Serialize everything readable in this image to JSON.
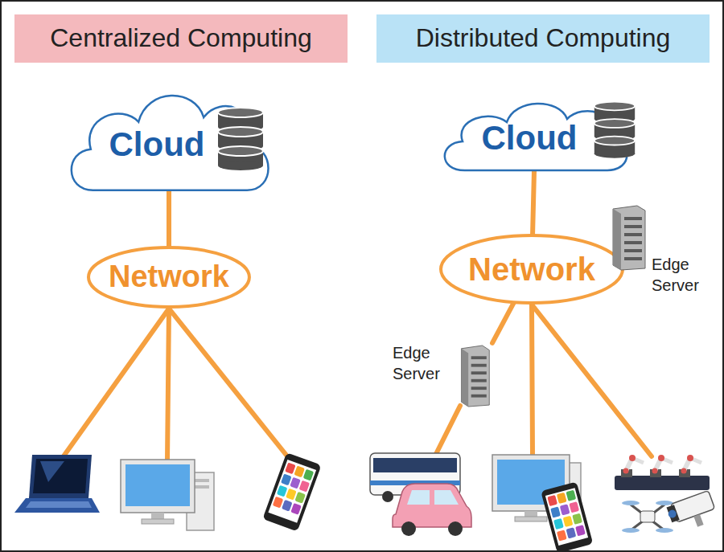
{
  "diagram": {
    "nodes": [
      {
        "text": [
          "Centralized Computing"
        ]
      },
      {
        "text": [
          "Cloud"
        ]
      },
      {
        "text": [
          "Network"
        ]
      },
      {
        "text": [
          "Distributed Computing"
        ]
      },
      {
        "text": [
          "Cloud"
        ]
      },
      {
        "text": [
          "Network"
        ]
      },
      {
        "text": [
          "Edge Server"
        ]
      },
      {
        "text": [
          "Edge Server"
        ]
      }
    ],
    "edges": [
      {
        "from": 1,
        "to": 2,
        "arrow": "none"
      },
      {
        "from": 4,
        "to": 5,
        "arrow": "none"
      },
      {
        "from": 5,
        "to": 7,
        "arrow": "none"
      }
    ]
  }
}
